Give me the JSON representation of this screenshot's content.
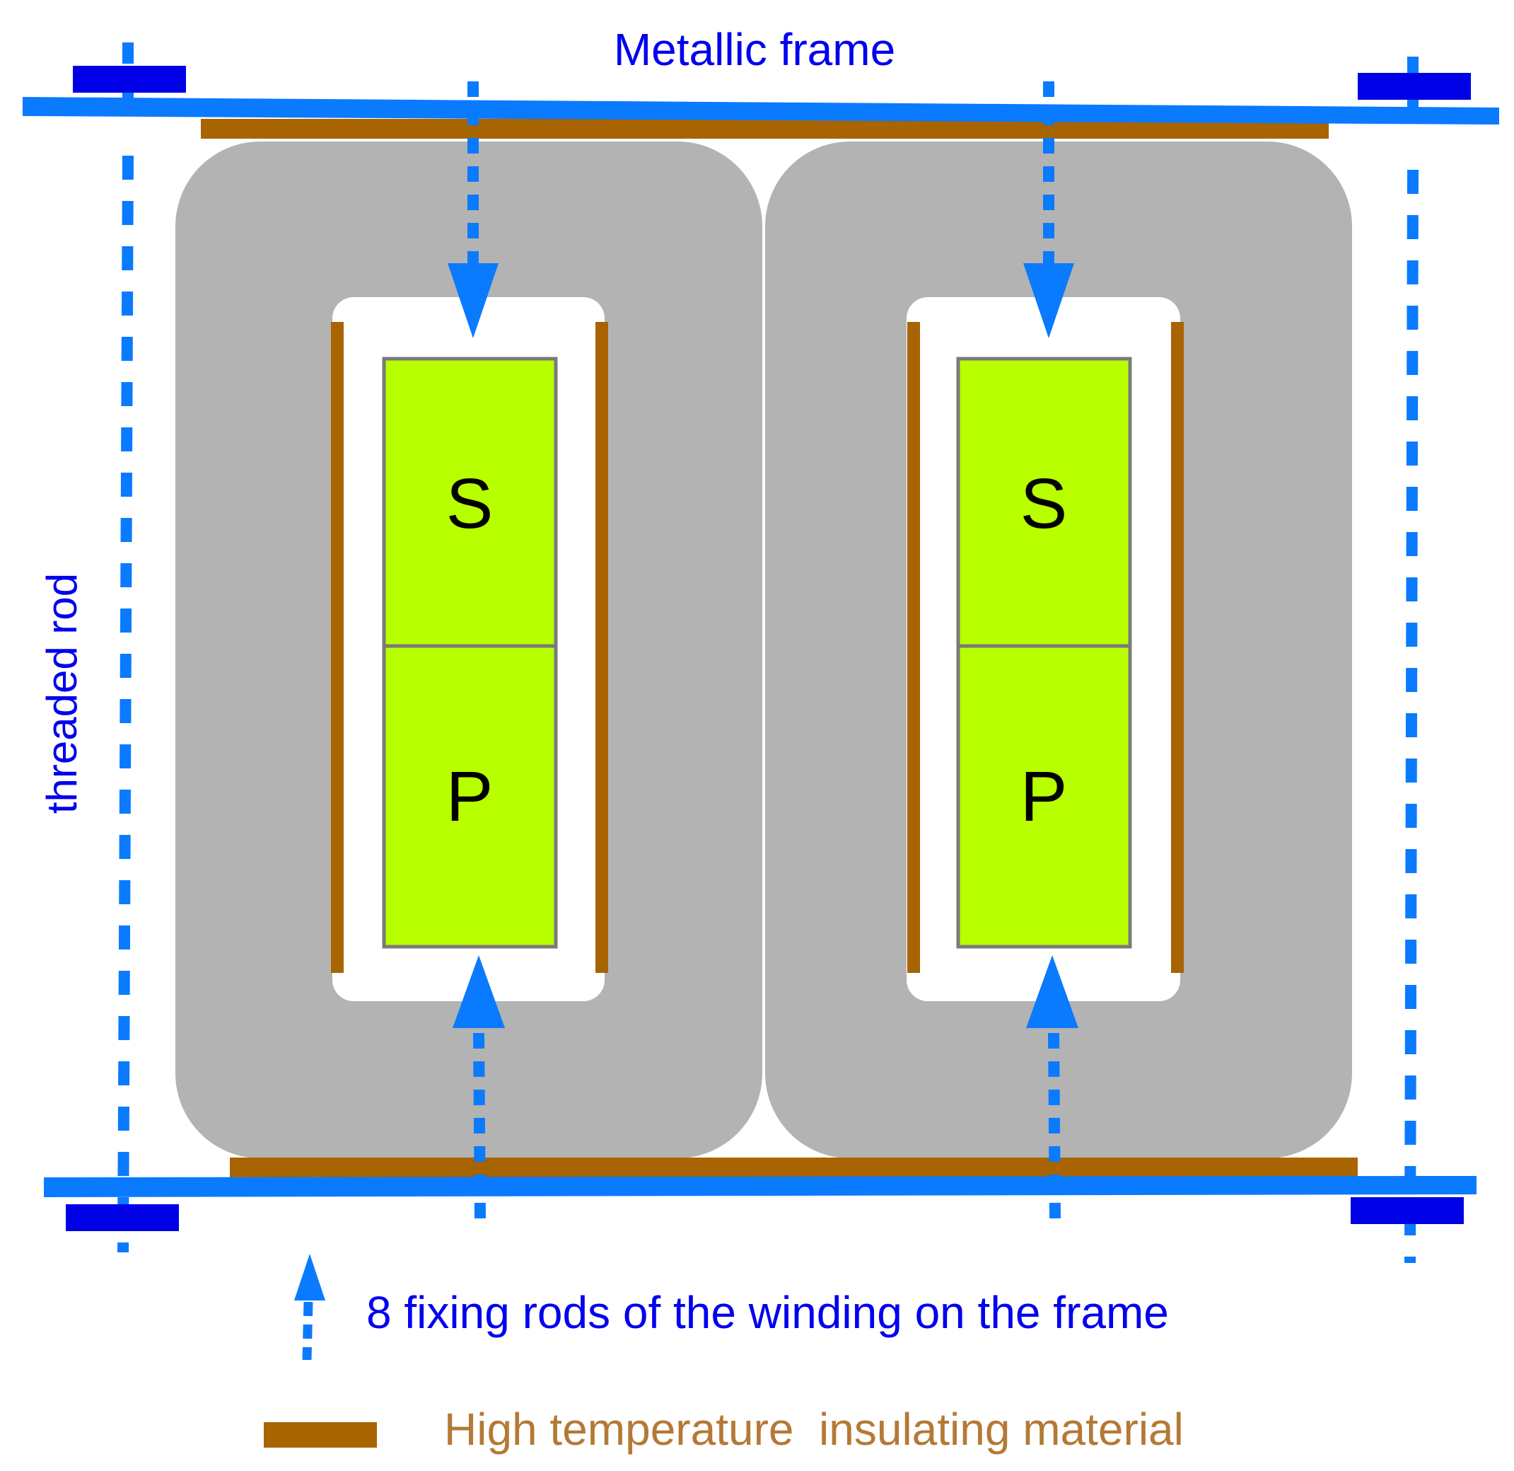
{
  "labels": {
    "frame": "Metallic frame",
    "rod": "threaded rod",
    "fixing": "8 fixing rods of the winding on the frame",
    "insulation": "High temperature  insulating material"
  },
  "cores": [
    {
      "top": "S",
      "bottom": "P"
    },
    {
      "top": "S",
      "bottom": "P"
    }
  ],
  "colors": {
    "frame": "#0a7aff",
    "nut": "#0000e6",
    "core": "#b3b3b3",
    "winding": "#b8ff00",
    "insulation": "#a86400",
    "text_blue": "#0000ee",
    "legend_text": "#b57935"
  }
}
